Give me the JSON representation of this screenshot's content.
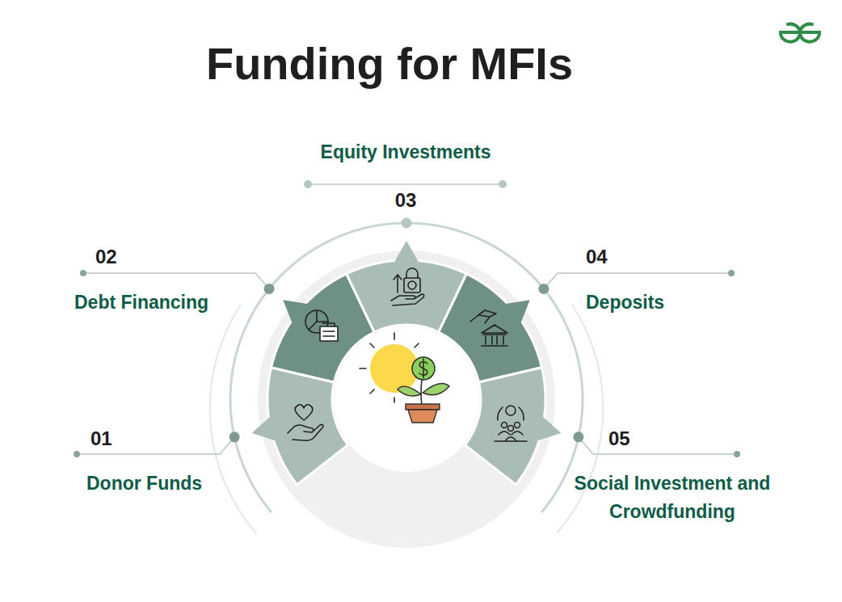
{
  "diagram": {
    "title": "Funding for MFIs",
    "labels": [
      "01",
      "Donor Funds",
      "02",
      "Debt Financing",
      "03",
      "Equity Investments",
      "04",
      "Deposits",
      "05",
      "Social Investment and Crowdfunding"
    ]
  }
}
